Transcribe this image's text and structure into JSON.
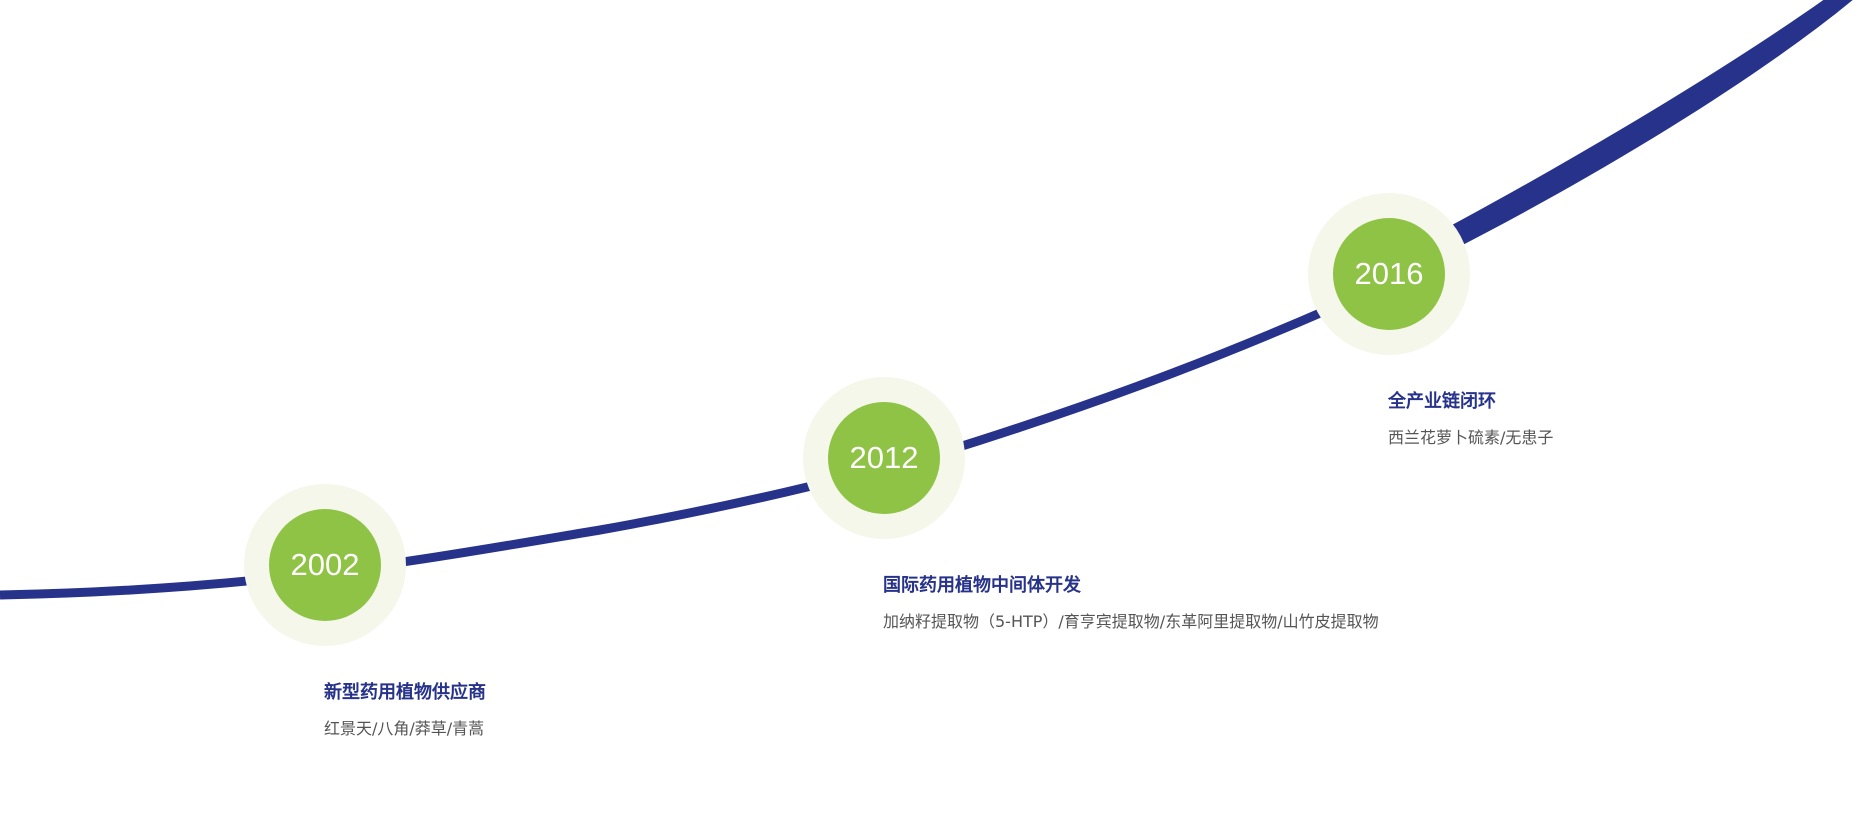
{
  "colors": {
    "timeline_line": "#27338a",
    "node_fill": "#8fc346",
    "node_halo": "#f4f7e9",
    "year_text": "#ffffff",
    "title_text": "#27338a",
    "items_text": "#555555"
  },
  "milestones": [
    {
      "year": "2002",
      "title": "新型药用植物供应商",
      "items": "红景天/八角/莽草/青蒿"
    },
    {
      "year": "2012",
      "title": "国际药用植物中间体开发",
      "items": "加纳籽提取物（5-HTP）/育亨宾提取物/东革阿里提取物/山竹皮提取物"
    },
    {
      "year": "2016",
      "title": "全产业链闭环",
      "items": "西兰花萝卜硫素/无患子"
    }
  ]
}
